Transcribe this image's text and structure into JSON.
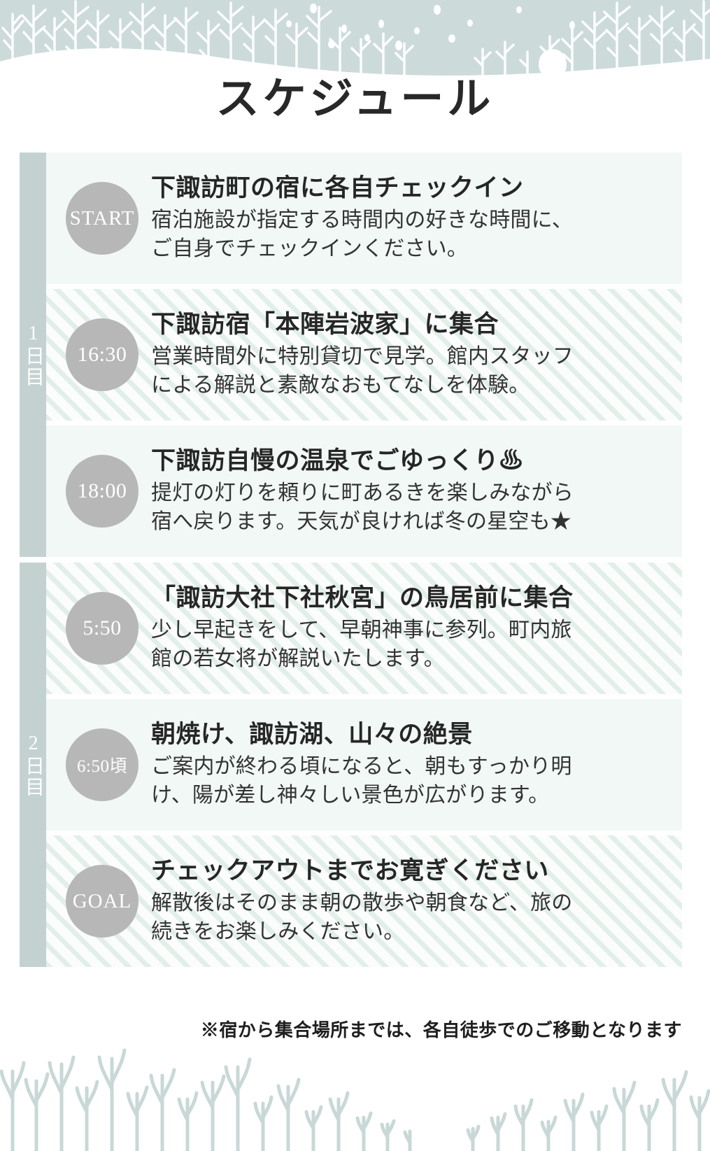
{
  "header": {
    "title": "スケジュール",
    "scene": "winter-forest-snow",
    "sky_color": "#ccdada",
    "tree_color": "#ffffff",
    "snow_color": "#ffffff"
  },
  "theme": {
    "row_bg": "#f2f8f5",
    "row_stripe": "#e2efe8",
    "badge_bg": "#b7b7b7",
    "day_bar_bg": "#c3d2d1",
    "text_color": "#262626",
    "bottom_branch_color": "#b6ccca"
  },
  "days": [
    {
      "label": "1日目",
      "items": [
        {
          "badge": "START",
          "badge_type": "word",
          "title": "下諏訪町の宿に各自チェックイン",
          "desc_lines": [
            "宿泊施設が指定する時間内の好きな時間に、",
            "ご自身でチェックインください。"
          ],
          "striped": false
        },
        {
          "badge": "16:30",
          "badge_type": "time",
          "title": "下諏訪宿「本陣岩波家」に集合",
          "desc_lines": [
            "営業時間外に特別貸切で見学。館内スタッフ",
            "による解説と素敵なおもてなしを体験。"
          ],
          "striped": true
        },
        {
          "badge": "18:00",
          "badge_type": "time",
          "title": "下諏訪自慢の温泉でごゆっくり♨",
          "desc_lines": [
            "提灯の灯りを頼りに町あるきを楽しみながら",
            "宿へ戻ります。天気が良ければ冬の星空も★"
          ],
          "striped": false
        }
      ]
    },
    {
      "label": "2日目",
      "items": [
        {
          "badge": "5:50",
          "badge_type": "time",
          "title": "「諏訪大社下社秋宮」の鳥居前に集合",
          "desc_lines": [
            "少し早起きをして、早朝神事に参列。町内旅",
            "館の若女将が解説いたします。"
          ],
          "striped": true
        },
        {
          "badge": "6:50頃",
          "badge_type": "time-small",
          "title": "朝焼け、諏訪湖、山々の絶景",
          "desc_lines": [
            "ご案内が終わる頃になると、朝もすっかり明",
            "け、陽が差し神々しい景色が広がります。"
          ],
          "striped": false
        },
        {
          "badge": "GOAL",
          "badge_type": "word",
          "title": "チェックアウトまでお寛ぎください",
          "desc_lines": [
            "解散後はそのまま朝の散歩や朝食など、旅の",
            "続きをお楽しみください。"
          ],
          "striped": true
        }
      ]
    }
  ],
  "footnote": "※宿から集合場所までは、各自徒歩でのご移動となります"
}
